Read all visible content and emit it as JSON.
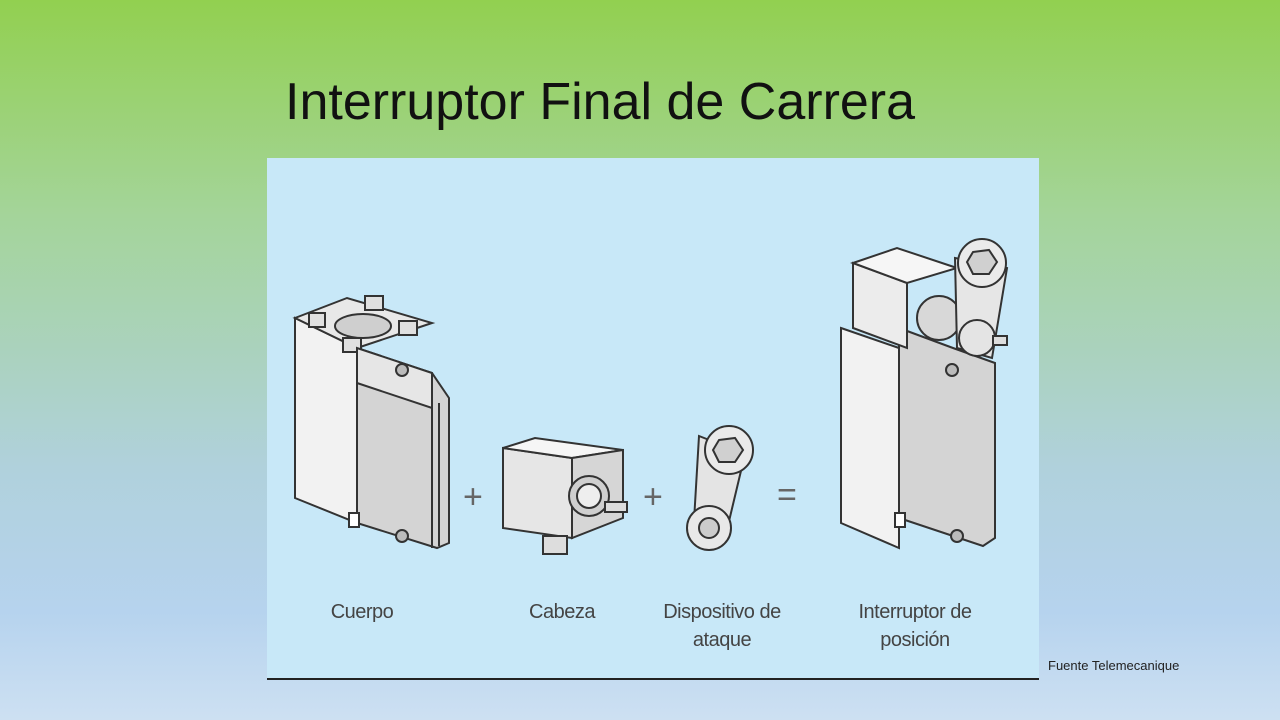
{
  "slide": {
    "title": "Interruptor Final de Carrera",
    "source": "Fuente Telemecanique"
  },
  "figure": {
    "captions": {
      "cuerpo": "Cuerpo",
      "cabeza": "Cabeza",
      "dispositivo_line1": "Dispositivo de",
      "dispositivo_line2": "ataque",
      "interruptor_line1": "Interruptor de",
      "interruptor_line2": "posición"
    },
    "operators": {
      "plus1": "+",
      "plus2": "+",
      "equals": "="
    },
    "colors": {
      "panel_bg": "#c8e8f8",
      "part_fill": "#f2f2f2",
      "part_shade": "#cfcfcf",
      "outline": "#333333"
    }
  }
}
